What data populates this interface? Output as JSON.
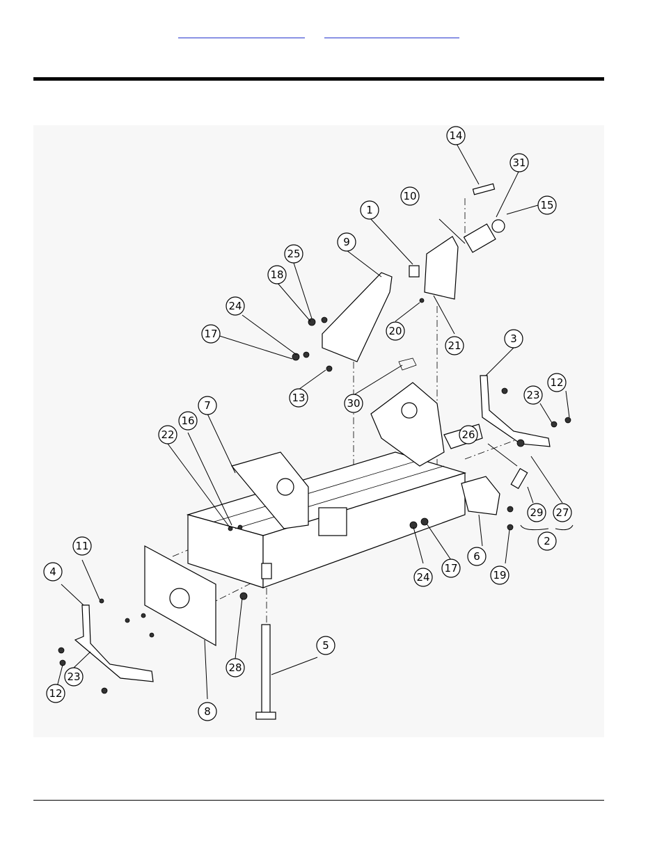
{
  "header": {
    "link_left": "",
    "link_right": ""
  },
  "diagram": {
    "callouts": [
      {
        "id": "c1",
        "label": "1"
      },
      {
        "id": "c2",
        "label": "2"
      },
      {
        "id": "c3",
        "label": "3"
      },
      {
        "id": "c4",
        "label": "4"
      },
      {
        "id": "c5",
        "label": "5"
      },
      {
        "id": "c6",
        "label": "6"
      },
      {
        "id": "c7",
        "label": "7"
      },
      {
        "id": "c8",
        "label": "8"
      },
      {
        "id": "c9",
        "label": "9"
      },
      {
        "id": "c10",
        "label": "10"
      },
      {
        "id": "c11",
        "label": "11"
      },
      {
        "id": "c12a",
        "label": "12"
      },
      {
        "id": "c12b",
        "label": "12"
      },
      {
        "id": "c13",
        "label": "13"
      },
      {
        "id": "c14",
        "label": "14"
      },
      {
        "id": "c15",
        "label": "15"
      },
      {
        "id": "c16",
        "label": "16"
      },
      {
        "id": "c17a",
        "label": "17"
      },
      {
        "id": "c17b",
        "label": "17"
      },
      {
        "id": "c18",
        "label": "18"
      },
      {
        "id": "c19",
        "label": "19"
      },
      {
        "id": "c20",
        "label": "20"
      },
      {
        "id": "c21",
        "label": "21"
      },
      {
        "id": "c22",
        "label": "22"
      },
      {
        "id": "c23a",
        "label": "23"
      },
      {
        "id": "c23b",
        "label": "23"
      },
      {
        "id": "c24a",
        "label": "24"
      },
      {
        "id": "c24b",
        "label": "24"
      },
      {
        "id": "c25",
        "label": "25"
      },
      {
        "id": "c26",
        "label": "26"
      },
      {
        "id": "c27",
        "label": "27"
      },
      {
        "id": "c28",
        "label": "28"
      },
      {
        "id": "c29",
        "label": "29"
      },
      {
        "id": "c30",
        "label": "30"
      },
      {
        "id": "c31",
        "label": "31"
      }
    ]
  }
}
